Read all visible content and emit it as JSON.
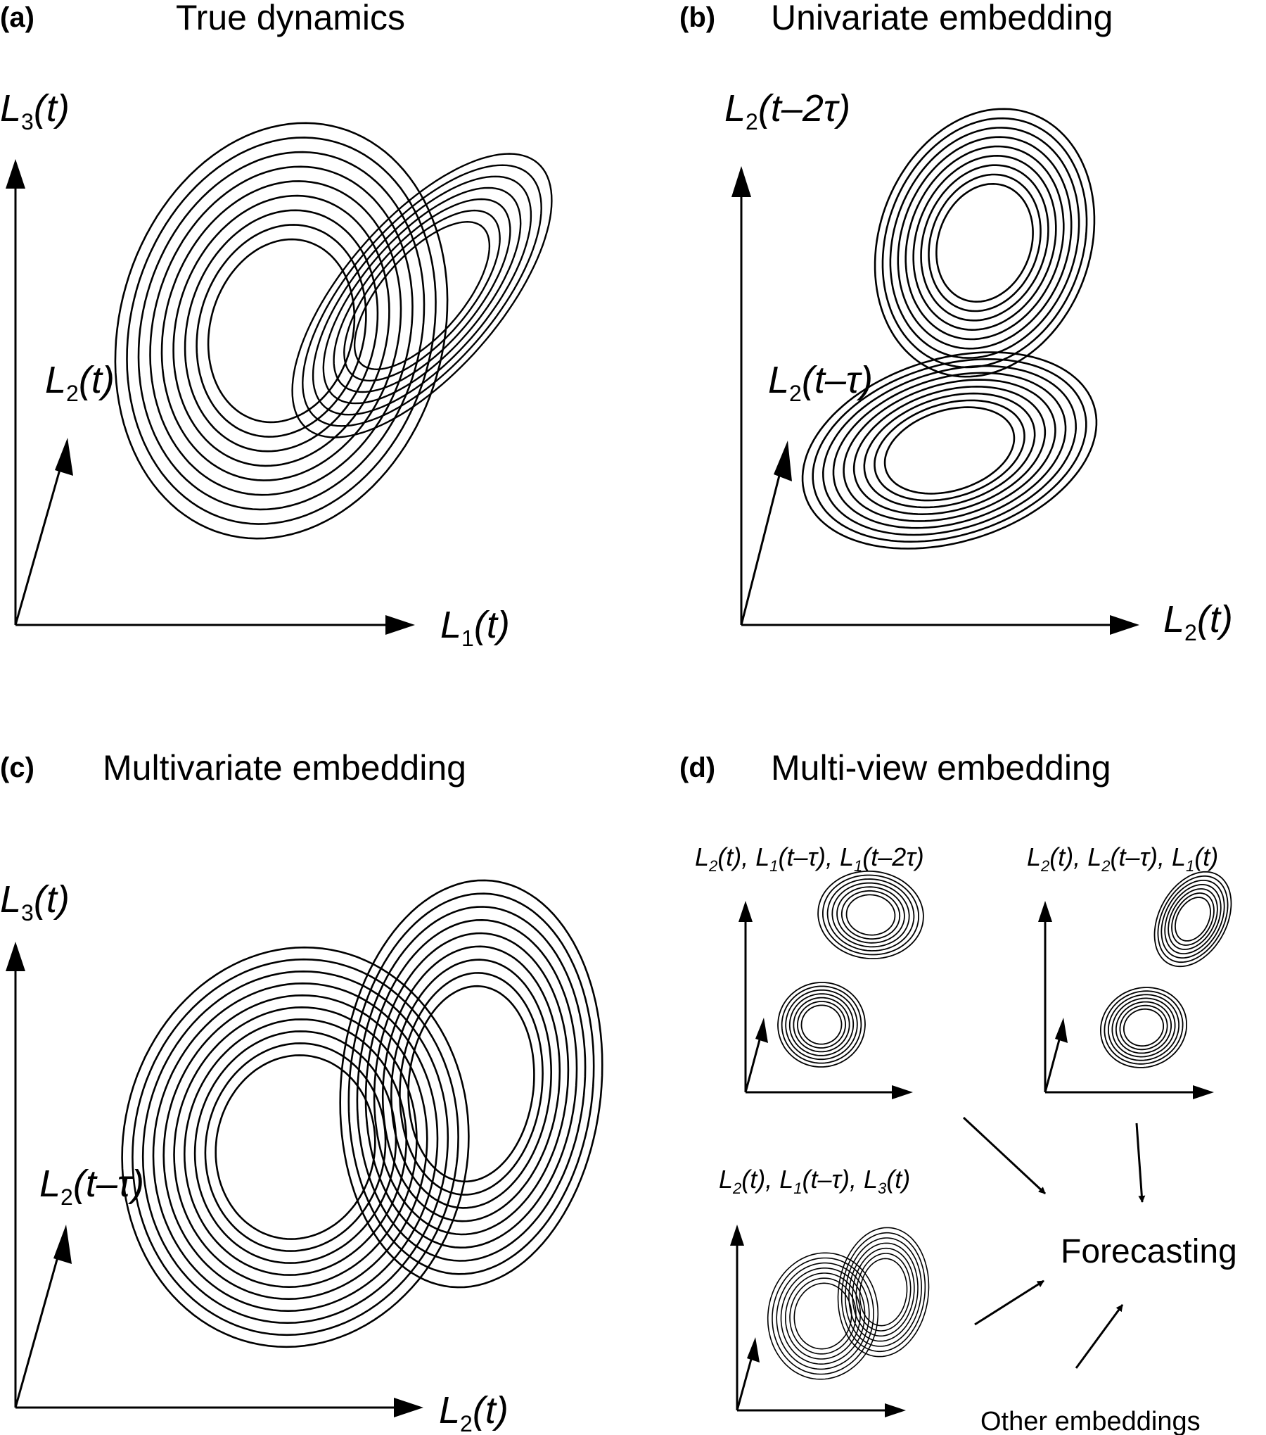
{
  "panels": {
    "a": {
      "letter": "(a)",
      "title": "True dynamics",
      "axis_vertical": {
        "base": "L",
        "sub": "3",
        "rest": "(t)"
      },
      "axis_depth": {
        "base": "L",
        "sub": "2",
        "rest": "(t)"
      },
      "axis_horizontal": {
        "base": "L",
        "sub": "1",
        "rest": "(t)"
      }
    },
    "b": {
      "letter": "(b)",
      "title": "Univariate embedding",
      "axis_vertical": {
        "base": "L",
        "sub": "2",
        "rest": "(t–2τ)"
      },
      "axis_depth": {
        "base": "L",
        "sub": "2",
        "rest": "(t–τ)"
      },
      "axis_horizontal": {
        "base": "L",
        "sub": "2",
        "rest": "(t)"
      }
    },
    "c": {
      "letter": "(c)",
      "title": "Multivariate embedding",
      "axis_vertical": {
        "base": "L",
        "sub": "3",
        "rest": "(t)"
      },
      "axis_depth": {
        "base": "L",
        "sub": "2",
        "rest": "(t–τ)"
      },
      "axis_horizontal": {
        "base": "L",
        "sub": "2",
        "rest": "(t)"
      }
    },
    "d": {
      "letter": "(d)",
      "title": "Multi-view embedding",
      "views": [
        {
          "label": [
            {
              "base": "L",
              "sub": "2",
              "rest": "(t), "
            },
            {
              "base": "L",
              "sub": "1",
              "rest": "(t–τ), "
            },
            {
              "base": "L",
              "sub": "1",
              "rest": "(t–2τ)"
            }
          ]
        },
        {
          "label": [
            {
              "base": "L",
              "sub": "2",
              "rest": "(t), "
            },
            {
              "base": "L",
              "sub": "2",
              "rest": "(t–τ), "
            },
            {
              "base": "L",
              "sub": "1",
              "rest": "(t)"
            }
          ]
        },
        {
          "label": [
            {
              "base": "L",
              "sub": "2",
              "rest": "(t), "
            },
            {
              "base": "L",
              "sub": "1",
              "rest": "(t–τ), "
            },
            {
              "base": "L",
              "sub": "3",
              "rest": "(t)"
            }
          ]
        }
      ],
      "target": "Forecasting",
      "other": "Other embeddings"
    }
  }
}
